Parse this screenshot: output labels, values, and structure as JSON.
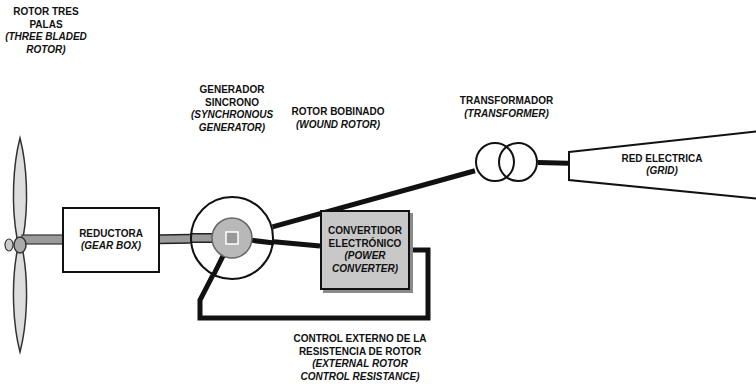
{
  "diagram": {
    "nodes": [
      {
        "text": [
          "REDUCTORA",
          "(GEAR BOX)"
        ]
      },
      {
        "text": [
          "GENERADOR SINCRONO",
          "(SYNCHRONOUS GENERATOR)"
        ]
      },
      {
        "text": [
          "CONVERTIDOR ELECTRÓNICO",
          "(POWER CONVERTER)"
        ]
      },
      {
        "text": [
          "TRANSFORMADOR",
          "(TRANSFORMER)"
        ]
      },
      {
        "text": [
          "RED ELECTRICA",
          "(GRID)"
        ]
      }
    ],
    "edges": [
      {
        "from": 0,
        "to": 1,
        "arrow": "none"
      },
      {
        "from": 1,
        "to": 3,
        "arrow": "none"
      },
      {
        "from": 3,
        "to": 4,
        "arrow": "none"
      },
      {
        "from": 1,
        "to": 2,
        "arrow": "none"
      },
      {
        "from": 2,
        "to": 1,
        "arrow": "none"
      }
    ],
    "labels": [
      "ROTOR TRES PALAS",
      "(THREE BLADED ROTOR)",
      "ROTOR BOBINADO",
      "(WOUND ROTOR)",
      "CONTROL EXTERNO DE LA RESISTENCIA DE ROTOR",
      "(EXTERNAL ROTOR CONTROL RESISTANCE)"
    ]
  }
}
